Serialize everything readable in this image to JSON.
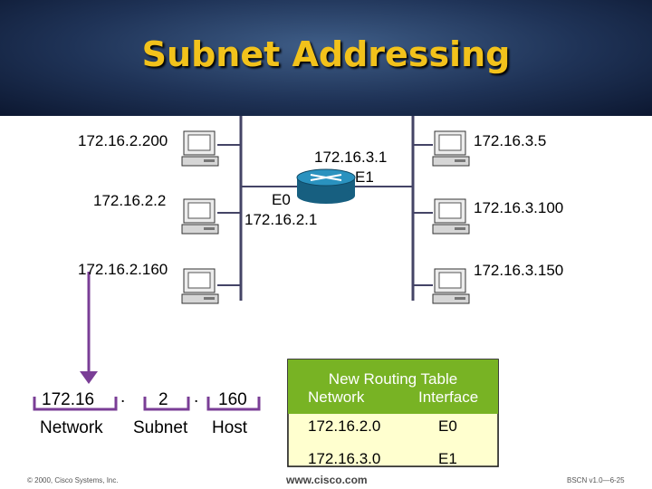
{
  "title": "Subnet Addressing",
  "hosts_left": [
    "172.16.2.200",
    "172.16.2.2",
    "172.16.2.160"
  ],
  "hosts_right": [
    "172.16.3.5",
    "172.16.3.100",
    "172.16.3.150"
  ],
  "router": {
    "e1_address": "172.16.3.1",
    "e1_label": "E1",
    "e0_label": "E0",
    "e0_address": "172.16.2.1"
  },
  "address_breakdown": {
    "network_value": "172.16",
    "dot": ".",
    "subnet_value": "2",
    "host_value": "160",
    "network_label": "Network",
    "subnet_label": "Subnet",
    "host_label": "Host"
  },
  "routing_table": {
    "title": "New Routing Table",
    "columns": [
      "Network",
      "Interface"
    ],
    "rows": [
      [
        "172.16.2.0",
        "E0"
      ],
      [
        "172.16.3.0",
        "E1"
      ]
    ]
  },
  "footer": {
    "copyright": "© 2000, Cisco Systems, Inc.",
    "url": "www.cisco.com",
    "slide_ref": "BSCN v1.0—6-25"
  },
  "colors": {
    "header_bg": "#1f3357",
    "title": "#f2c21b",
    "segment_line": "#444466",
    "bracket": "#7a3e96",
    "table_header": "#78b324",
    "router": "#1f7fa6"
  }
}
